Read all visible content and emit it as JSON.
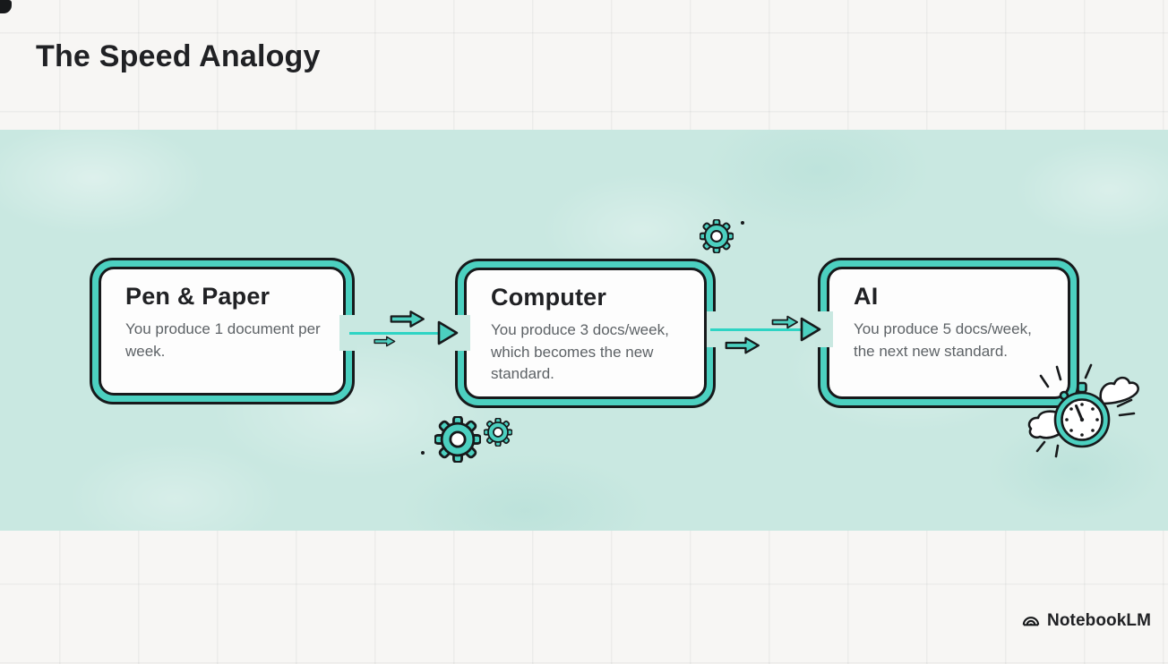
{
  "slide": {
    "title": "The Speed Analogy",
    "brand": "NotebookLM"
  },
  "steps": [
    {
      "title": "Pen & Paper",
      "description": "You produce 1 document per week."
    },
    {
      "title": "Computer",
      "description": "You produce 3 docs/week, which becomes the new standard."
    },
    {
      "title": "AI",
      "description": "You produce 5 docs/week, the next new standard."
    }
  ],
  "decorations": [
    "gear-icon",
    "stopwatch-icon",
    "wing-icon",
    "arrow-right-icon",
    "speed-lines",
    "notebooklm-logo-icon"
  ],
  "colors": {
    "page_bg": "#f7f6f4",
    "band_bg": "#c9e8e1",
    "teal_fill": "#4cd0c0",
    "teal_line": "#2ed4c4",
    "ink": "#17191b",
    "heading_text": "#202124",
    "body_text": "#5d6266",
    "card_bg": "#fdfdfd"
  }
}
